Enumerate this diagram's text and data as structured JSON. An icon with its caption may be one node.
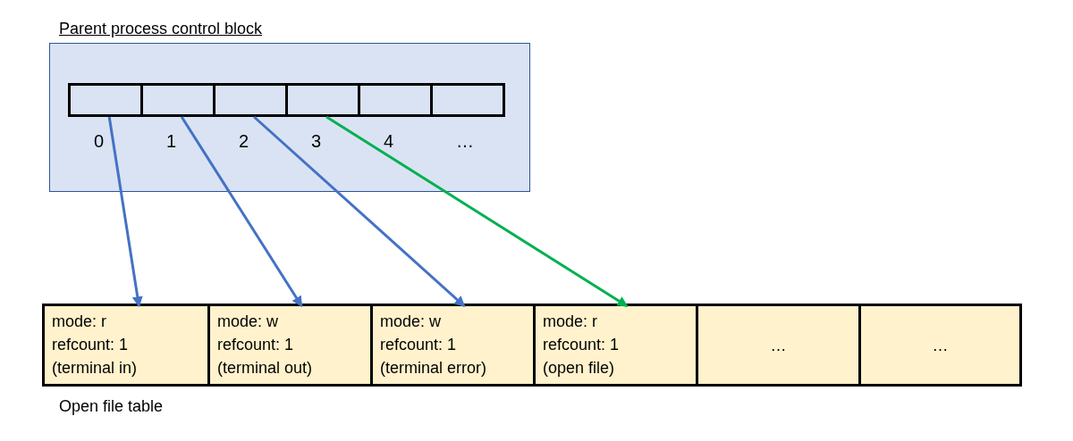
{
  "diagram": {
    "nodes": [
      {
        "text": [
          "Parent process control block"
        ]
      },
      {
        "text": [],
        "shape": "box",
        "in": 0,
        "beside": [
          "0"
        ]
      },
      {
        "text": [],
        "shape": "box",
        "in": 0,
        "beside": [
          "1"
        ]
      },
      {
        "text": [],
        "shape": "box",
        "in": 0,
        "beside": [
          "2"
        ]
      },
      {
        "text": [],
        "shape": "box",
        "in": 0,
        "beside": [
          "3"
        ]
      },
      {
        "text": [],
        "shape": "box",
        "in": 0,
        "beside": [
          "4"
        ]
      },
      {
        "text": [],
        "shape": "box",
        "in": 0,
        "beside": [
          "…"
        ]
      },
      {
        "text": [
          "Open file table"
        ]
      },
      {
        "text": [
          "mode: r",
          "refcount: 1",
          "(terminal in)"
        ],
        "in": 7
      },
      {
        "text": [
          "mode: w",
          "refcount: 1",
          "(terminal out)"
        ],
        "in": 7
      },
      {
        "text": [
          "mode: w",
          "refcount: 1",
          "(terminal error)"
        ],
        "in": 7
      },
      {
        "text": [
          "mode: r",
          "refcount: 1",
          "(open file)"
        ],
        "in": 7
      },
      {
        "text": [
          "…"
        ],
        "in": 7
      },
      {
        "text": [
          "…"
        ],
        "in": 7
      }
    ],
    "edges": [
      {
        "from": 1,
        "to": 8,
        "arrow": "to"
      },
      {
        "from": 2,
        "to": 9,
        "arrow": "to"
      },
      {
        "from": 3,
        "to": 10,
        "arrow": "to"
      },
      {
        "from": 4,
        "to": 11,
        "arrow": "to",
        "color": "#00b050"
      }
    ]
  }
}
